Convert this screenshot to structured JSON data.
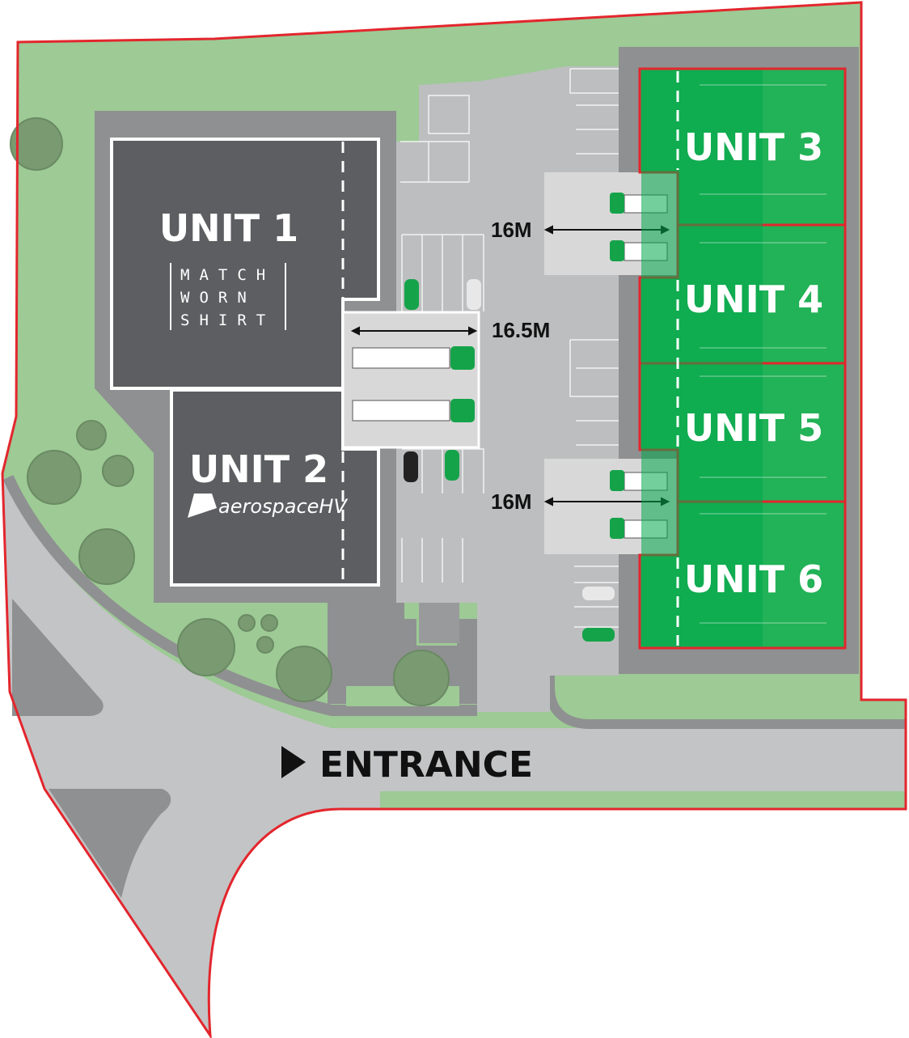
{
  "units": [
    {
      "label": "UNIT 1",
      "tenant": [
        "MATCH",
        "WORN",
        "SHIRT"
      ]
    },
    {
      "label": "UNIT 2",
      "tenant": "aerospaceHV"
    },
    {
      "label": "UNIT 3"
    },
    {
      "label": "UNIT 4"
    },
    {
      "label": "UNIT 5"
    },
    {
      "label": "UNIT 6"
    }
  ],
  "dimensions": {
    "north_bay": "16M",
    "central_bay": "16.5M",
    "south_bay": "16M"
  },
  "entrance_label": "ENTRANCE",
  "colors": {
    "boundary": "#e3262d",
    "grass": "#9dca95",
    "available_unit": "#22b257",
    "occupied_unit": "#5c5e61",
    "yard": "#bdbebf",
    "road": "#c3c4c5"
  }
}
